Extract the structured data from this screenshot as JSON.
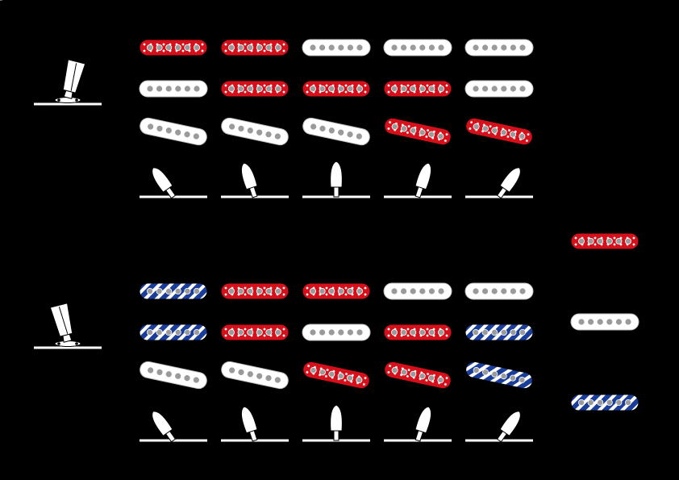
{
  "colors": {
    "background": "#000000",
    "on": "#d6101b",
    "off": "#ffffff",
    "alt": "#1a3d9a",
    "pole": "#9a9a9a",
    "line": "#ffffff"
  },
  "sections": [
    {
      "name": "upper-grid",
      "master_switch": "tilted-right",
      "columns": [
        {
          "switch": "left-1",
          "pickups": [
            "on",
            "off",
            "off"
          ]
        },
        {
          "switch": "left-2",
          "pickups": [
            "on",
            "on",
            "off"
          ]
        },
        {
          "switch": "center",
          "pickups": [
            "off",
            "on",
            "off"
          ]
        },
        {
          "switch": "right-2",
          "pickups": [
            "off",
            "on",
            "on"
          ]
        },
        {
          "switch": "right-1",
          "pickups": [
            "off",
            "off",
            "on"
          ]
        }
      ]
    },
    {
      "name": "lower-grid",
      "master_switch": "tilted-left",
      "columns": [
        {
          "switch": "left-1",
          "pickups": [
            "alt",
            "alt",
            "off"
          ]
        },
        {
          "switch": "left-2",
          "pickups": [
            "on",
            "on",
            "off"
          ]
        },
        {
          "switch": "center",
          "pickups": [
            "on",
            "off",
            "on"
          ]
        },
        {
          "switch": "right-2",
          "pickups": [
            "off",
            "on",
            "on"
          ]
        },
        {
          "switch": "right-1",
          "pickups": [
            "off",
            "alt",
            "alt"
          ]
        }
      ]
    }
  ],
  "legend": [
    "on",
    "off",
    "alt"
  ]
}
